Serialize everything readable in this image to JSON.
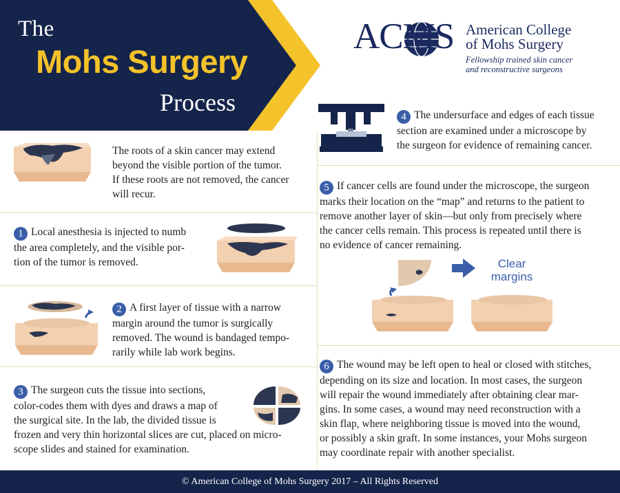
{
  "header": {
    "title_line1": "The",
    "title_line2": "Mohs Surgery",
    "title_line3": "Process"
  },
  "logo": {
    "acronym": "ACMS",
    "name_line1": "American College",
    "name_line2": "of Mohs Surgery",
    "tagline_line1": "Fellowship trained skin cancer",
    "tagline_line2": "and reconstructive surgeons"
  },
  "colors": {
    "navy": "#15244a",
    "gold": "#f4c22a",
    "accent_blue": "#3a5fa8",
    "skin": "#f2d0b0",
    "tumor": "#2c3650",
    "divider": "#e7dfb4"
  },
  "intro": {
    "lines": [
      "The roots of a skin cancer may extend",
      "beyond the visible portion of the tumor.",
      "If these roots are not removed, the cancer",
      "will recur."
    ]
  },
  "steps": [
    {
      "number": "1",
      "lines": [
        "Local anesthesia is injected to numb",
        "the area completely, and the visible por-",
        "tion of the tumor is removed."
      ]
    },
    {
      "number": "2",
      "lines": [
        "A first layer of tissue with a narrow",
        "margin around the tumor is surgically",
        "removed. The wound is bandaged tempo-",
        "rarily while lab work begins."
      ]
    },
    {
      "number": "3",
      "lines": [
        "The surgeon cuts the tissue into sections,",
        "color-codes them with dyes and draws a map of",
        "the surgical site. In the lab, the divided tissue is",
        "frozen and very thin horizontal slices are cut, placed on micro-",
        "scope slides and stained for examination."
      ]
    },
    {
      "number": "4",
      "lines": [
        "The undersurface and edges of each tissue",
        "section are examined under a microscope by",
        "the surgeon for evidence of remaining cancer."
      ]
    },
    {
      "number": "5",
      "lines": [
        "If cancer cells are found under the microscope, the surgeon",
        "marks their location on the “map” and returns to the patient to",
        "remove another layer of skin—but only from precisely where",
        "the cancer cells remain. This process is repeated until there is",
        "no evidence of cancer remaining."
      ]
    },
    {
      "number": "6",
      "lines": [
        "The wound may be left open to heal or closed with stitches,",
        "depending on its size and location. In most cases, the surgeon",
        "will repair the wound immediately after obtaining clear mar-",
        "gins. In some cases, a wound may need reconstruction with a",
        "skin flap, where neighboring tissue is moved into the wound,",
        "or possibly a skin graft. In some instances, your Mohs surgeon",
        "may coordinate repair with another specialist."
      ]
    }
  ],
  "clear_margins": {
    "line1": "Clear",
    "line2": "margins"
  },
  "footer": {
    "text": "© American College of Mohs Surgery 2017 – All Rights Reserved"
  }
}
